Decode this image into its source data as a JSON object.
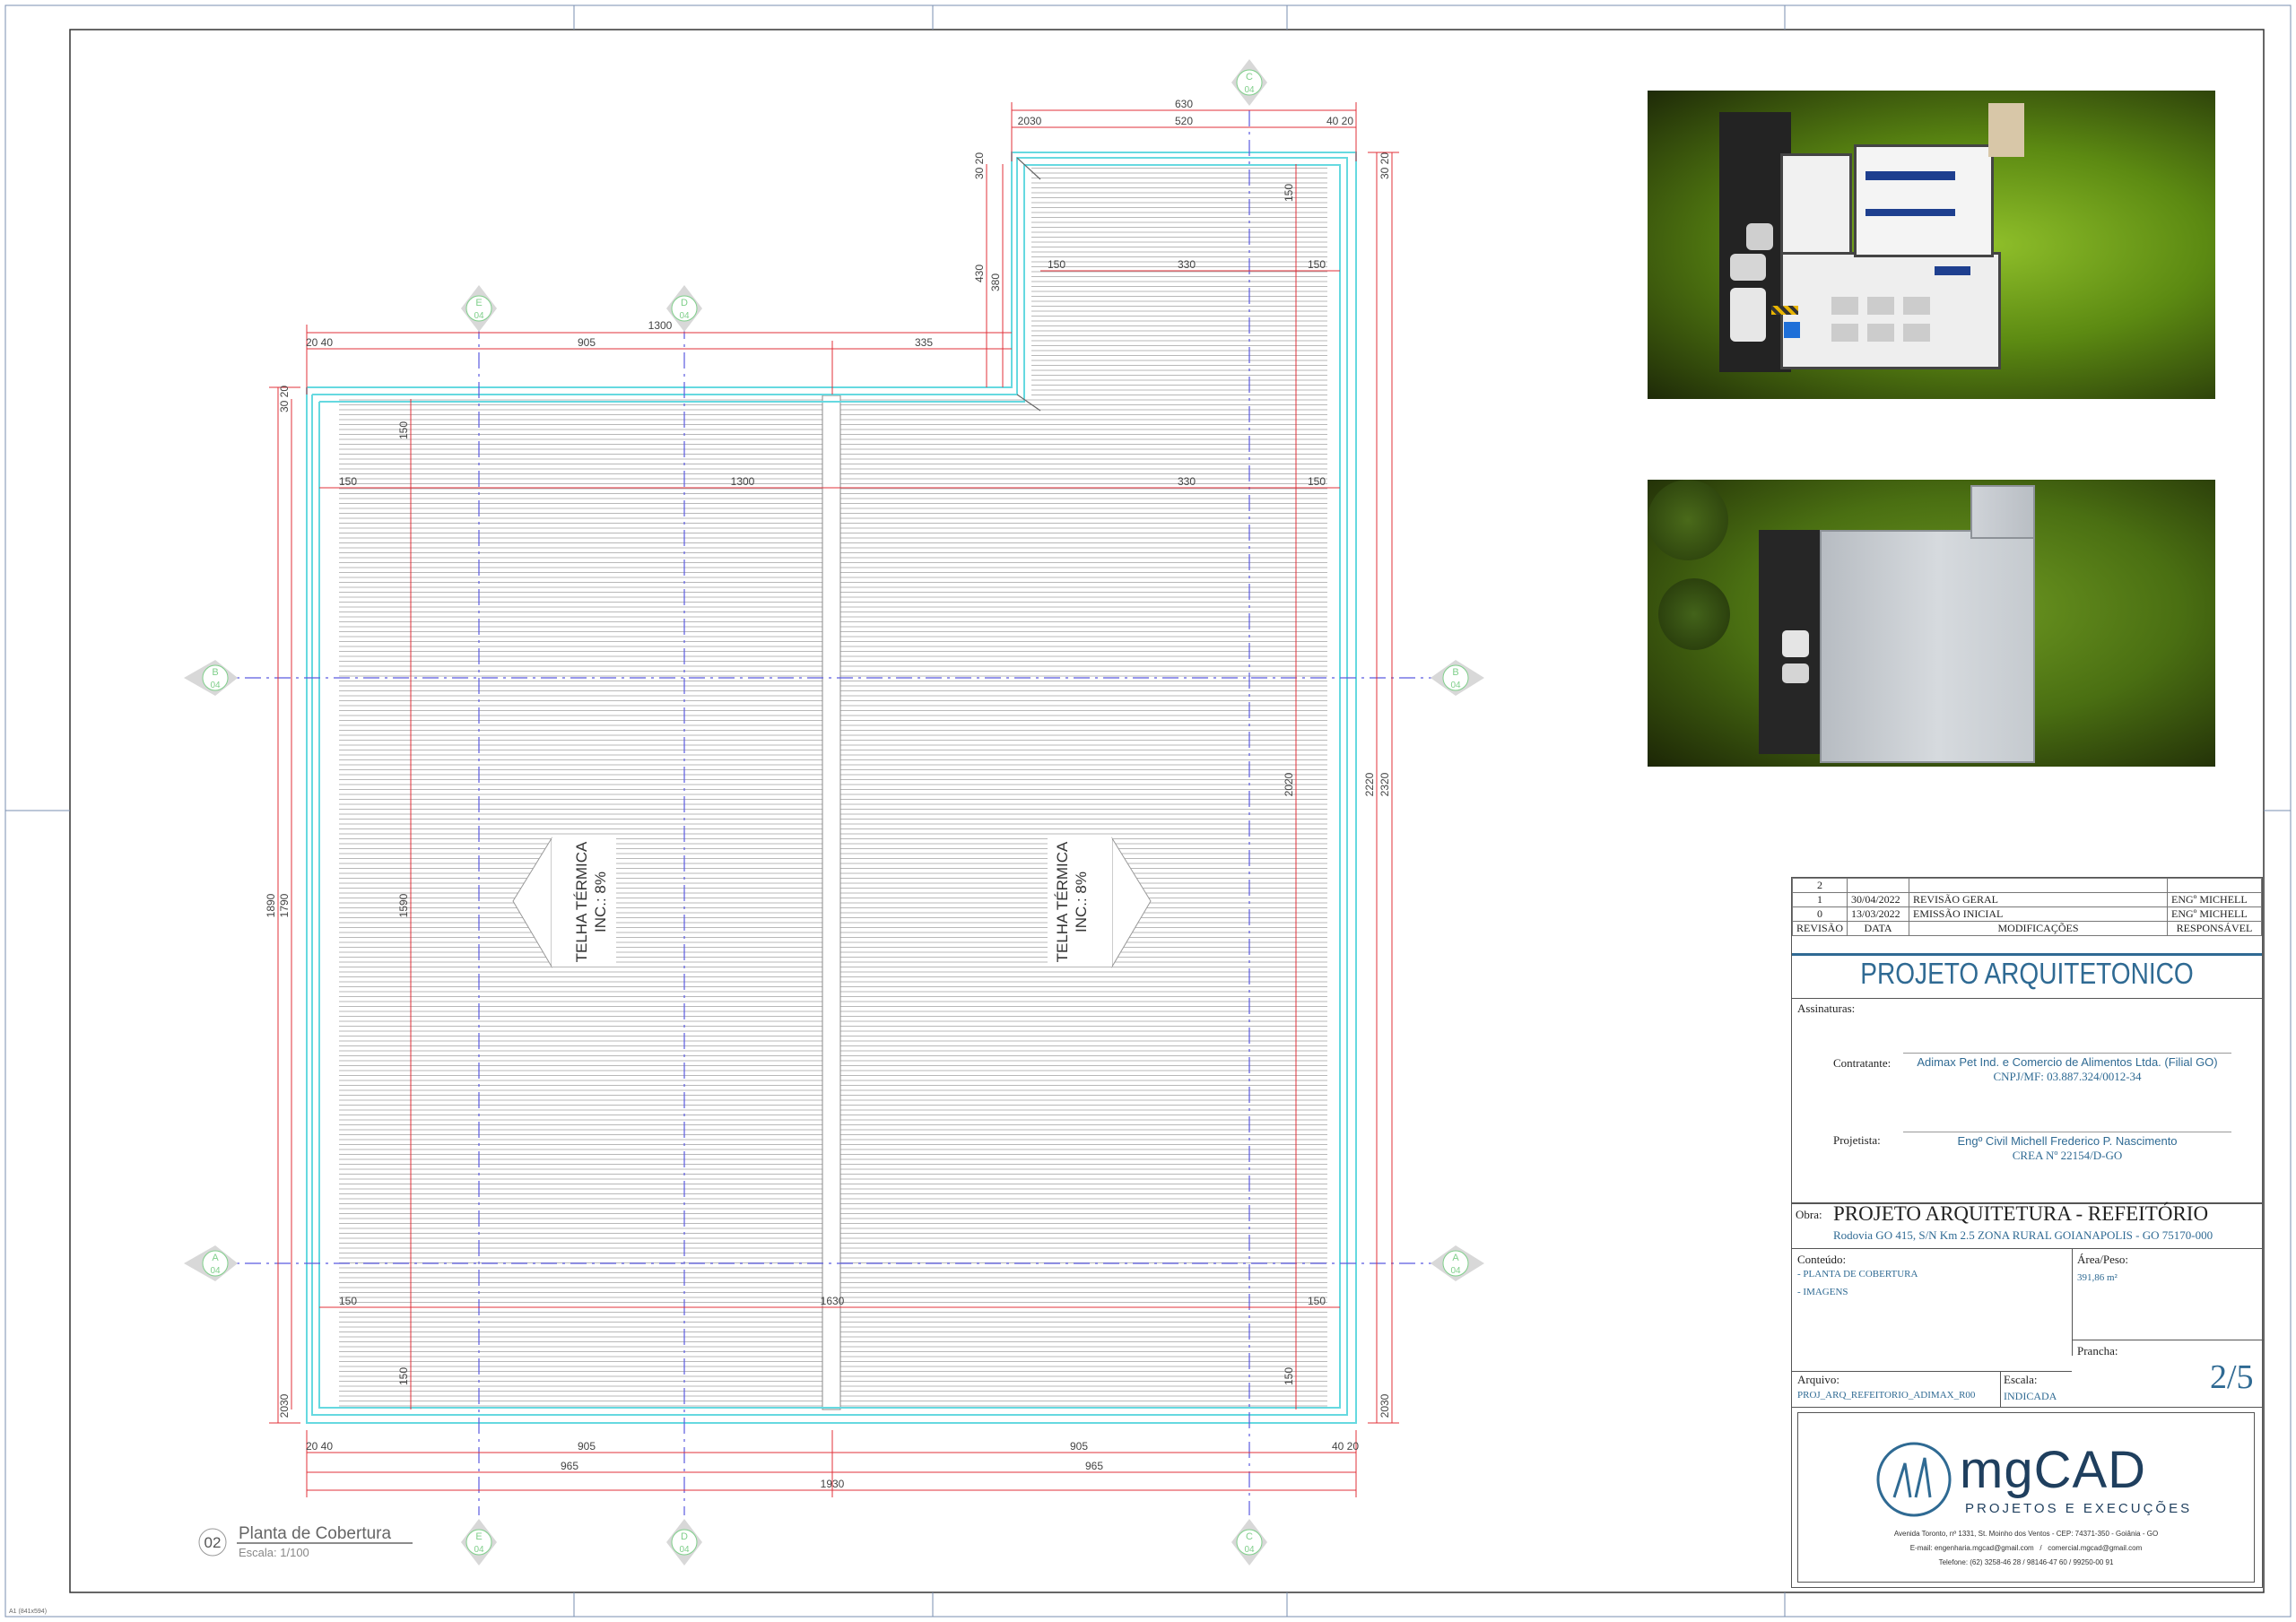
{
  "drawing": {
    "title": "Planta de Cobertura",
    "scale": "Escala: 1/100",
    "view_number": "02",
    "tiny_note": "A1 (841x594)",
    "roof_labels": [
      "TELHA TÉRMICA",
      "INC.: 8%"
    ],
    "axes": {
      "top": [
        {
          "letter": "E",
          "sheet": "04"
        },
        {
          "letter": "D",
          "sheet": "04"
        },
        {
          "letter": "C",
          "sheet": "04"
        }
      ],
      "sides": [
        {
          "letter": "B",
          "sheet": "04"
        },
        {
          "letter": "A",
          "sheet": "04"
        }
      ]
    },
    "dimensions": {
      "d630": "630",
      "d520": "520",
      "d2030": "2030",
      "d4020": "40 20",
      "d3020": "30 20",
      "d1300": "1300",
      "d905": "905",
      "d335": "335",
      "d2040": "20 40",
      "d150": "150",
      "d330": "330",
      "d430": "430",
      "d380": "380",
      "d1890": "1890",
      "d1790": "1790",
      "d1590": "1590",
      "d2020": "2020",
      "d2220": "2220",
      "d2320": "2320",
      "d1630": "1630",
      "d965": "965",
      "d1930": "1930",
      "d4020b": "40 20"
    }
  },
  "images": [
    {
      "name": "render-top-interior",
      "description_label": ""
    },
    {
      "name": "render-top-roof",
      "description_label": ""
    }
  ],
  "revisions": [
    {
      "rev": "2",
      "date": "",
      "desc": "",
      "resp": ""
    },
    {
      "rev": "1",
      "date": "30/04/2022",
      "desc": "REVISÃO GERAL",
      "resp": "ENGº MICHELL"
    },
    {
      "rev": "0",
      "date": "13/03/2022",
      "desc": "EMISSÃO INICIAL",
      "resp": "ENGº MICHELL"
    }
  ],
  "revision_headers": {
    "rev": "REVISÃO",
    "date": "DATA",
    "desc": "MODIFICAÇÕES",
    "resp": "RESPONSÁVEL"
  },
  "title_block": {
    "project_title": "PROJETO ARQUITETONICO",
    "signatures_label": "Assinaturas:",
    "contractor_label": "Contratante:",
    "contractor_name": "Adimax Pet Ind. e Comercio de Alimentos Ltda. (Filial GO)",
    "contractor_cnpj": "CNPJ/MF: 03.887.324/0012-34",
    "designer_label": "Projetista:",
    "designer_name": "Engº Civil Michell Frederico P. Nascimento",
    "designer_crea": "CREA Nº 22154/D-GO",
    "work_label": "Obra:",
    "work_title": "PROJETO ARQUITETURA - REFEITÓRIO",
    "work_address": "Rodovia GO 415, S/N Km 2.5 ZONA RURAL GOIANAPOLIS - GO 75170-000",
    "content_label": "Conteúdo:",
    "content_items": [
      "- PLANTA DE COBERTURA",
      "- IMAGENS"
    ],
    "area_label": "Área/Peso:",
    "area_value": "391,86 m²",
    "sheet_label": "Prancha:",
    "sheet_value": "2/5",
    "file_label": "Arquivo:",
    "file_value": "PROJ_ARQ_REFEITORIO_ADIMAX_R00",
    "scale_label": "Escala:",
    "scale_value": "INDICADA"
  },
  "company": {
    "logo_text": "mgCAD",
    "tagline": "PROJETOS E EXECUÇÕES",
    "address": "Avenida Toronto, nº 1331, St. Moinho dos Ventos - CEP: 74371-350 - Goiânia - GO",
    "emails": "E-mail: engenharia.mgcad@gmail.com   /   comercial.mgcad@gmail.com",
    "phones": "Telefone: (62) 3258-46 28 / 98146-47 60 / 99250-00 91"
  },
  "colors": {
    "accent": "#2f6a93",
    "dim": "#e0303a",
    "axis": "#5b5be0",
    "cyan": "#66d9e0",
    "grid_green": "#7fcf8a"
  }
}
